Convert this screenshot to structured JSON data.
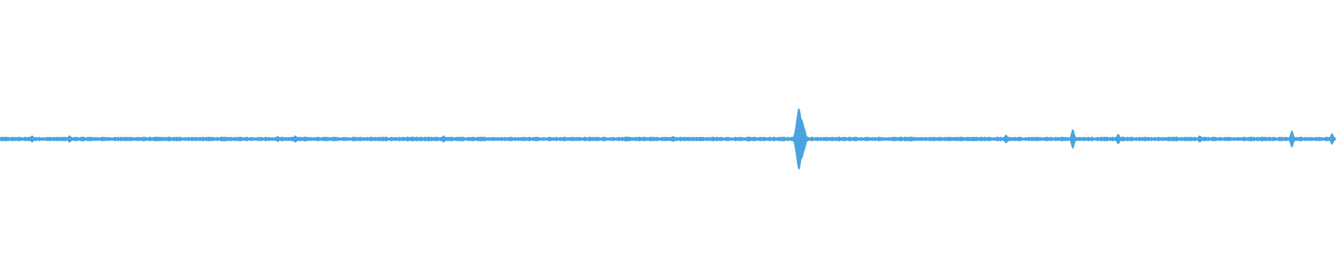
{
  "waveform": {
    "color": "#4aa3df",
    "background": "#ffffff",
    "baseline_amplitude": 0.004,
    "noise_amplitude": 0.008,
    "duration_fraction_resolution": 1920,
    "events": [
      {
        "position": 0.024,
        "amplitude": 0.012
      },
      {
        "position": 0.052,
        "amplitude": 0.012
      },
      {
        "position": 0.208,
        "amplitude": 0.01
      },
      {
        "position": 0.221,
        "amplitude": 0.012
      },
      {
        "position": 0.332,
        "amplitude": 0.012
      },
      {
        "position": 0.504,
        "amplitude": 0.01
      },
      {
        "position": 0.598,
        "amplitude": 0.11
      },
      {
        "position": 0.6,
        "amplitude": 0.07
      },
      {
        "position": 0.602,
        "amplitude": 0.04
      },
      {
        "position": 0.753,
        "amplitude": 0.015
      },
      {
        "position": 0.803,
        "amplitude": 0.035
      },
      {
        "position": 0.837,
        "amplitude": 0.018
      },
      {
        "position": 0.898,
        "amplitude": 0.012
      },
      {
        "position": 0.967,
        "amplitude": 0.03
      },
      {
        "position": 0.997,
        "amplitude": 0.02
      }
    ]
  }
}
